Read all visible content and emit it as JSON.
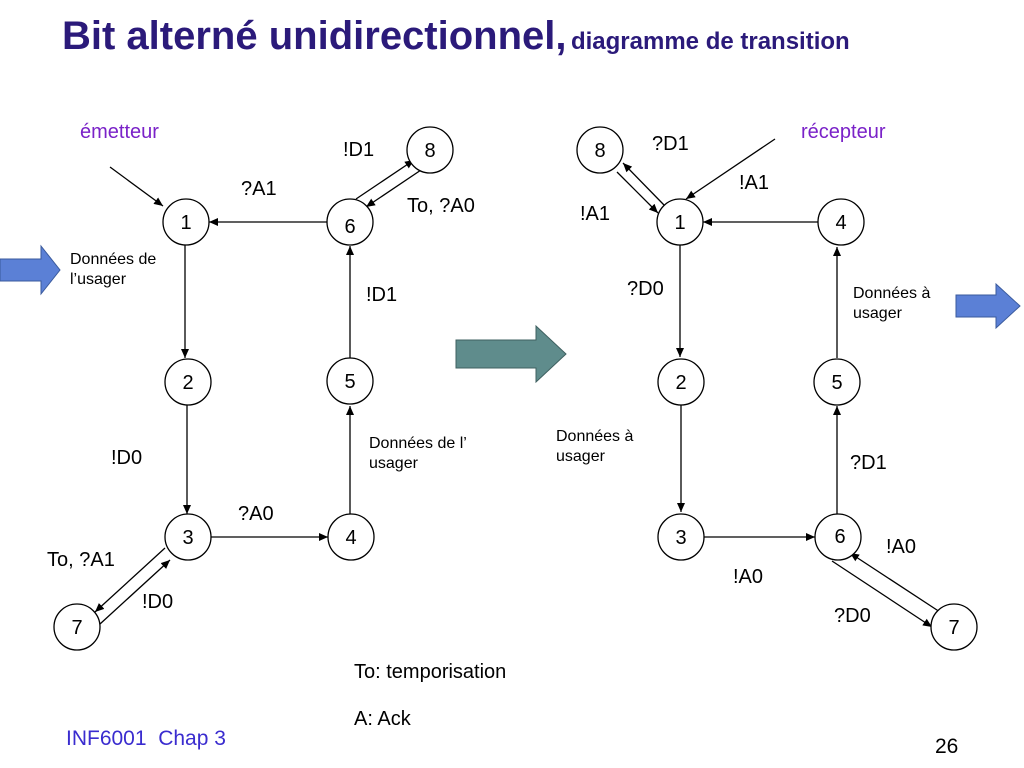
{
  "title": {
    "main": "Bit alterné unidirectionnel,",
    "sub": "diagramme de transition"
  },
  "sender": {
    "label": "émetteur",
    "nodes": [
      "1",
      "2",
      "3",
      "4",
      "5",
      "6",
      "7",
      "8"
    ],
    "transitions": {
      "t_6_1": "?A1",
      "t_6_8": "!D1",
      "t_8_6": "To, ?A0",
      "t_5_6": "!D1",
      "t_2_3": "!D0",
      "t_3_4": "?A0",
      "t_3_7": "To, ?A1",
      "t_7_3": "!D0"
    },
    "input_label": "Données de l’usager",
    "data_label_right": "Données de l’ usager"
  },
  "receiver": {
    "label": "récepteur",
    "nodes": [
      "1",
      "2",
      "3",
      "4",
      "5",
      "6",
      "7",
      "8"
    ],
    "transitions": {
      "t_1_8": "?D1",
      "t_8_1": "!A1",
      "t_left_1": "!A1",
      "t_1_2": "?D0",
      "t_5_4": "?D1",
      "t_3_6": "!A0",
      "t_6_7": "?D0",
      "t_7_6": "!A0"
    },
    "output_label": "Données à usager",
    "data_label_left": "Données à usager"
  },
  "legend": {
    "to": "To: temporisation",
    "a": "A: Ack"
  },
  "footer": {
    "course": "INF6001  Chap 3",
    "page": "26"
  },
  "colors": {
    "title": "#2b1a7a",
    "role": "#7a22c8",
    "footer": "#3a2ccf",
    "arrow_blue": "#5b80d6",
    "arrow_teal": "#5f8c8c"
  }
}
